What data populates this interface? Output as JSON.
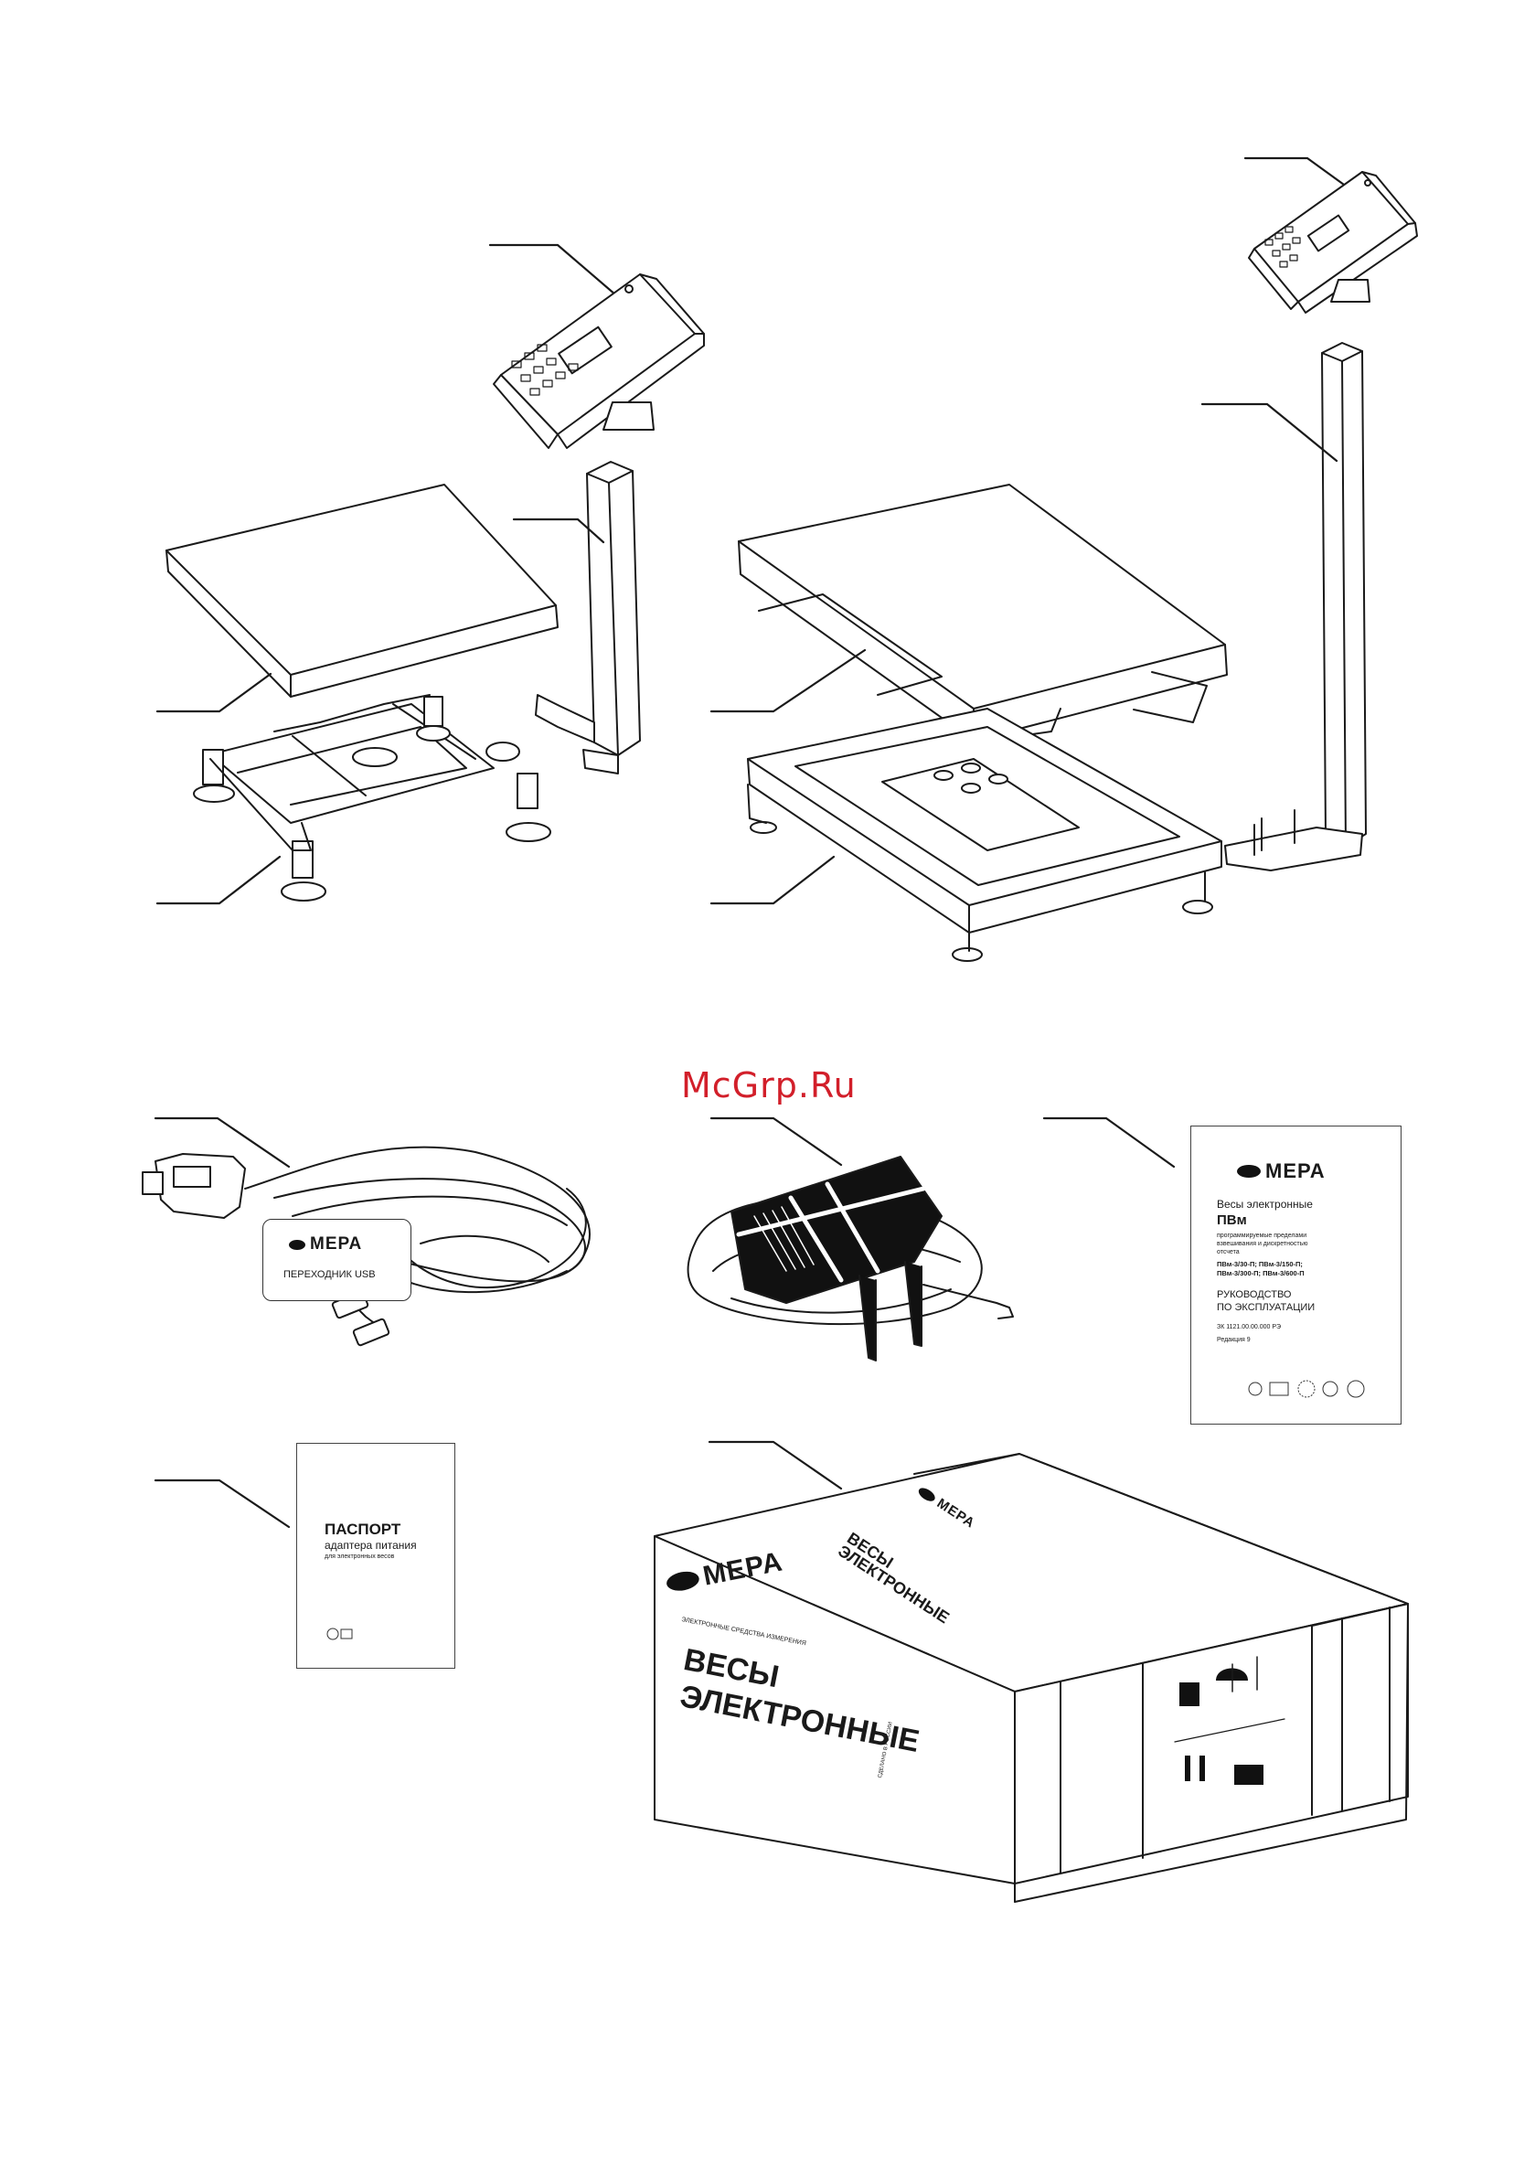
{
  "watermark": "McGrp.Ru",
  "brand": "МЕРА",
  "usb_adapter": {
    "label": "ПЕРЕХОДНИК USB"
  },
  "manual": {
    "title_line1": "Весы электронные",
    "title_line2": "ПВм",
    "desc_line1": "программируемые пределами",
    "desc_line2": "взвешивания и дискретностью",
    "desc_line3": "отсчета",
    "models_line1": "ПВм-3/30-П; ПВм-3/150-П;",
    "models_line2": "ПВм-3/300-П; ПВм-3/600-П",
    "doc_line1": "РУКОВОДСТВО",
    "doc_line2": "ПО ЭКСПЛУАТАЦИИ",
    "code": "ЗК 1121.00.00.000 РЭ",
    "revision": "Редакция 9"
  },
  "passport": {
    "title": "ПАСПОРТ",
    "line2": "адаптера питания",
    "line3": "для электронных весов"
  },
  "box": {
    "front_line1": "ВЕСЫ",
    "front_line2": "ЭЛЕКТРОННЫЕ",
    "top_line1": "ВЕСЫ",
    "top_line2": "ЭЛЕКТРОННЫЕ",
    "made_in": "СДЕЛАНО В РОССИИ",
    "subtitle": "ЭЛЕКТРОННЫЕ СРЕДСТВА ИЗМЕРЕНИЯ"
  }
}
